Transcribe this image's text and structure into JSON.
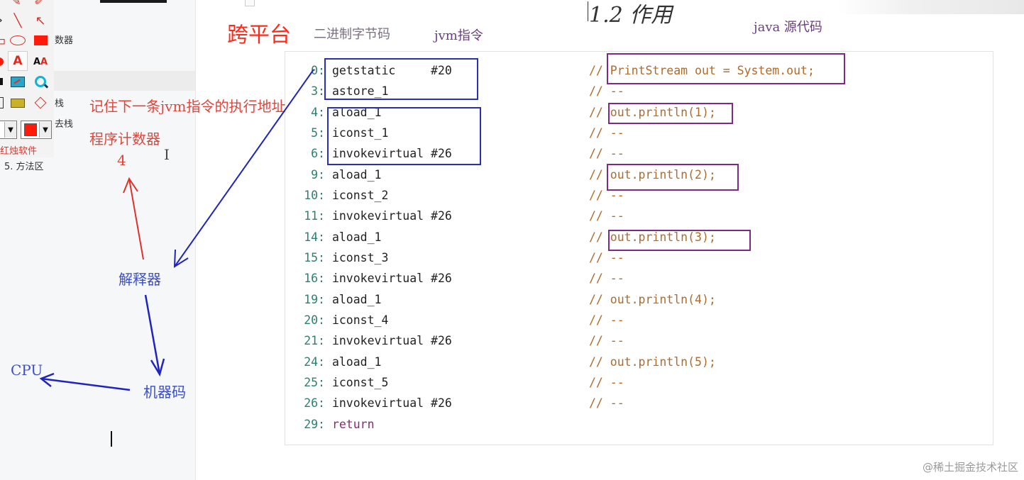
{
  "slide": {
    "heading": "1.2 作用",
    "labels": {
      "cross_platform": "跨平台",
      "binary_bytecode": "二进制字节码",
      "jvm_instructions": "jvm指令",
      "java_source": "java 源代码"
    }
  },
  "toolbar": {
    "side_labels": [
      "数器",
      "栈",
      "去栈"
    ],
    "brand": "红烛软件",
    "region_item": "5. 方法区",
    "color_selected": "#ff1a0a",
    "tools": [
      {
        "name": "pen-tool",
        "glyph": "✎"
      },
      {
        "name": "eraser-tool",
        "glyph": "✐"
      },
      {
        "name": "line-tool",
        "glyph": "╲"
      },
      {
        "name": "arrow-tool",
        "glyph": "↖"
      },
      {
        "name": "rectangle-tool",
        "glyph": "▭"
      },
      {
        "name": "ellipse-tool",
        "glyph": "⬭"
      },
      {
        "name": "filled-rect-tool",
        "glyph": "■"
      },
      {
        "name": "text-tool",
        "glyph": "A"
      },
      {
        "name": "font-size-tool",
        "glyph": "AA"
      },
      {
        "name": "screen-tool",
        "glyph": "▣"
      },
      {
        "name": "zoom-tool",
        "glyph": "🔍"
      },
      {
        "name": "open-tool",
        "glyph": "📂"
      },
      {
        "name": "diamond-tool",
        "glyph": "◇"
      }
    ]
  },
  "annotations": {
    "pc_note": "记住下一条jvm指令的执行地址",
    "pc_label": "程序计数器",
    "pc_value": "4",
    "interpreter": "解释器",
    "machine_code": "机器码",
    "cpu": "CPU"
  },
  "code": {
    "lines": [
      {
        "ln": "0:",
        "op": "getstatic     #20",
        "comment": "// PrintStream out = System.out;"
      },
      {
        "ln": "3:",
        "op": "astore_1",
        "comment": "// --"
      },
      {
        "ln": "4:",
        "op": "aload_1",
        "comment": "// out.println(1);"
      },
      {
        "ln": "5:",
        "op": "iconst_1",
        "comment": "// --"
      },
      {
        "ln": "6:",
        "op": "invokevirtual #26",
        "comment": "// --"
      },
      {
        "ln": "9:",
        "op": "aload_1",
        "comment": "// out.println(2);"
      },
      {
        "ln": "10:",
        "op": "iconst_2",
        "comment": "// --"
      },
      {
        "ln": "11:",
        "op": "invokevirtual #26",
        "comment": "// --"
      },
      {
        "ln": "14:",
        "op": "aload_1",
        "comment": "// out.println(3);"
      },
      {
        "ln": "15:",
        "op": "iconst_3",
        "comment": "// --"
      },
      {
        "ln": "16:",
        "op": "invokevirtual #26",
        "comment": "// --"
      },
      {
        "ln": "19:",
        "op": "aload_1",
        "comment": "// out.println(4);"
      },
      {
        "ln": "20:",
        "op": "iconst_4",
        "comment": "// --"
      },
      {
        "ln": "21:",
        "op": "invokevirtual #26",
        "comment": "// --"
      },
      {
        "ln": "24:",
        "op": "aload_1",
        "comment": "// out.println(5);"
      },
      {
        "ln": "25:",
        "op": "iconst_5",
        "comment": "// --"
      },
      {
        "ln": "26:",
        "op": "invokevirtual #26",
        "comment": "// --"
      },
      {
        "ln": "29:",
        "op": "return",
        "comment": ""
      }
    ]
  },
  "colors": {
    "line_number": "#2f7f6f",
    "comment": "#b06a2a",
    "highlight_blue": "#2b2fb3",
    "highlight_purple": "#7b2b86",
    "annotation_red": "#e0453c",
    "annotation_blue": "#3b4fc7"
  },
  "watermark": "@稀土掘金技术社区"
}
